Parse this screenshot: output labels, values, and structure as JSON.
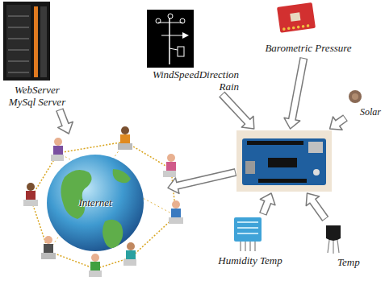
{
  "diagram": {
    "nodes": [
      {
        "text": [
          "WebServer MySql Server"
        ]
      },
      {
        "text": [
          "WindSpeedDirection Rain"
        ]
      },
      {
        "text": [
          "Barometric Pressure"
        ]
      },
      {
        "text": [
          "Solar"
        ]
      },
      {
        "text": [
          "Internet"
        ]
      },
      {
        "text": []
      },
      {
        "text": [
          "Humidity Temp"
        ]
      },
      {
        "text": [
          "Temp"
        ]
      }
    ],
    "edges": [
      {
        "from": 0,
        "to": 4,
        "arrow": "to"
      },
      {
        "from": 1,
        "to": 5,
        "arrow": "to"
      },
      {
        "from": 2,
        "to": 5,
        "arrow": "to"
      },
      {
        "from": 3,
        "to": 5,
        "arrow": "to"
      },
      {
        "from": 6,
        "to": 5,
        "arrow": "to"
      },
      {
        "from": 7,
        "to": 5,
        "arrow": "to"
      },
      {
        "from": 5,
        "to": 4,
        "arrow": "to"
      }
    ]
  }
}
